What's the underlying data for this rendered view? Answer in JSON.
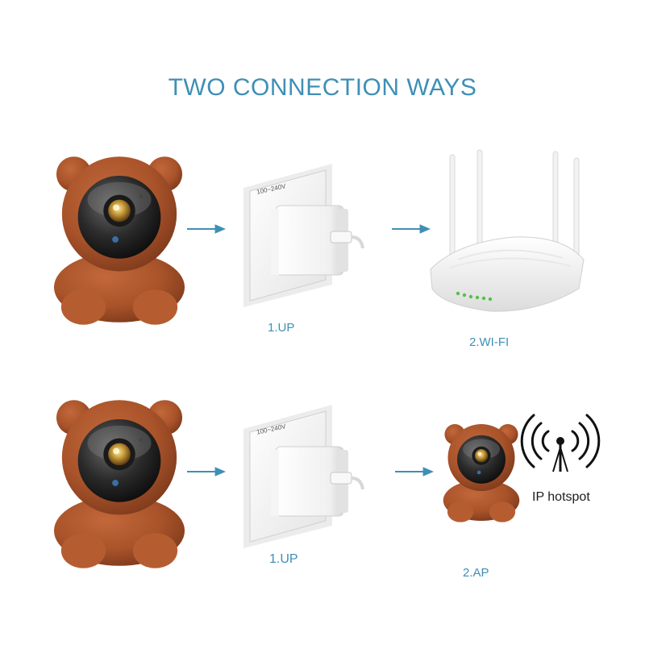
{
  "title": "TWO CONNECTION WAYS",
  "rows": [
    {
      "step1_label": "1.UP",
      "step2_label": "2.WI-FI",
      "outlet_voltage": "100~240V"
    },
    {
      "step1_label": "1.UP",
      "step2_label": "2.AP",
      "outlet_voltage": "100~240V",
      "hotspot_label": "IP hotspot"
    }
  ],
  "colors": {
    "accent": "#3f8fb5",
    "camera_body": "#a9532a",
    "arrow": "#3f8fb5"
  },
  "icons": [
    "bear-camera-icon",
    "power-adapter-icon",
    "wifi-router-icon",
    "ip-hotspot-icon",
    "arrow-right-icon"
  ]
}
